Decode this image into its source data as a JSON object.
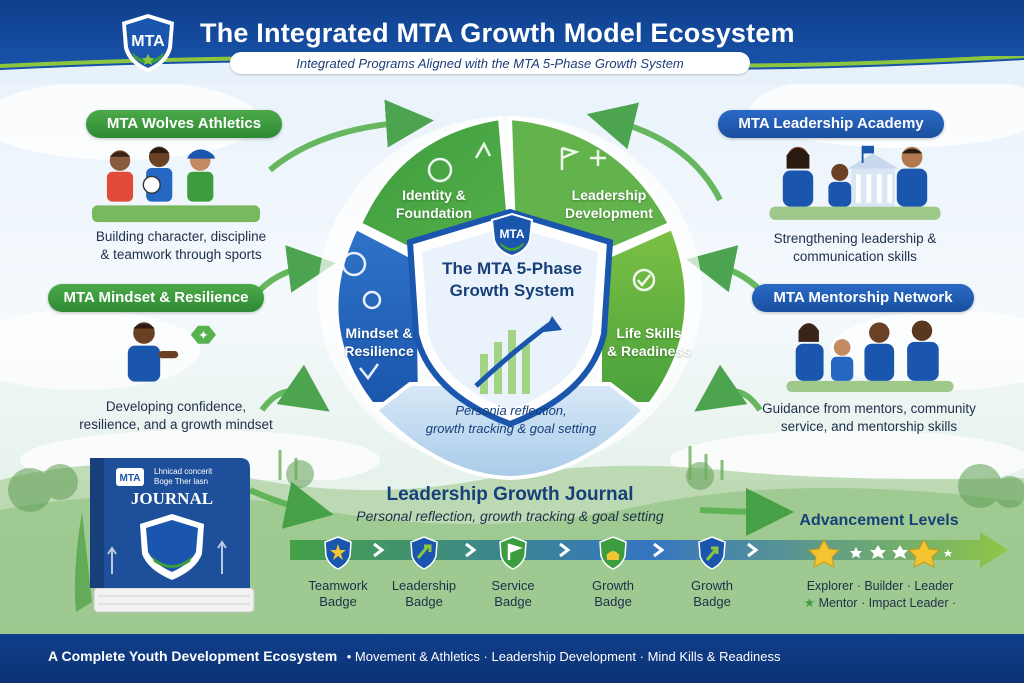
{
  "header": {
    "logo_text": "MTA",
    "title": "The Integrated MTA Growth Model Ecosystem",
    "subtitle": "Integrated Programs Aligned with the MTA 5-Phase Growth System"
  },
  "panels": {
    "athletics": {
      "title": "MTA Wolves Athletics",
      "line1": "Building character, discipline",
      "line2": "& teamwork through sports"
    },
    "mindset": {
      "title": "MTA Mindset & Resilience",
      "line1": "Developing confidence,",
      "line2": "resilience, and a growth mindset"
    },
    "leadership": {
      "title": "MTA Leadership Academy",
      "line1": "Strengthening leadership &",
      "line2": "communication skills"
    },
    "mentorship": {
      "title": "MTA Mentorship Network",
      "line1": "Guidance from mentors, community",
      "line2": "service, and mentorship skills"
    }
  },
  "center": {
    "logo_text": "MTA",
    "title_line1": "The MTA 5-Phase",
    "title_line2": "Growth System",
    "phases": {
      "identity": {
        "line1": "Identity &",
        "line2": "Foundation"
      },
      "leadership": {
        "line1": "Leadership",
        "line2": "Development"
      },
      "life": {
        "line1": "Life Skills",
        "line2": "& Readiness"
      },
      "mindset": {
        "line1": "Mindset &",
        "line2": "Resilience"
      },
      "reflection": {
        "line1": "Personia reflection,",
        "line2": "growth tracking & goal setting"
      }
    }
  },
  "journal": {
    "cover_small": "MTA",
    "cover_line1": "Lhnicad concerit",
    "cover_line2": "Boge Ther lasn",
    "cover_big": "JOURNAL",
    "title": "Leadership Growth Journal",
    "description": "Personal reflection, growth tracking & goal setting"
  },
  "badges": [
    {
      "line1": "Teamwork",
      "line2": "Badge"
    },
    {
      "line1": "Leadership",
      "line2": "Badge"
    },
    {
      "line1": "Service",
      "line2": "Badge"
    },
    {
      "line1": "Growth",
      "line2": "Badge"
    },
    {
      "line1": "Growth",
      "line2": "Badge"
    }
  ],
  "advancement": {
    "title": "Advancement Levels",
    "line1": "Explorer · Builder · Leader",
    "line2": "Mentor · Impact Leader ·"
  },
  "footer": {
    "lead": "A Complete Youth Development Ecosystem",
    "items": "•  Movement & Athletics  ·  Leadership Development  ·  Mind Kills & Readiness"
  },
  "colors": {
    "navy": "#0f3f8c",
    "green": "#3c9c3e",
    "lime": "#8cc63f",
    "gold": "#f3c531"
  }
}
